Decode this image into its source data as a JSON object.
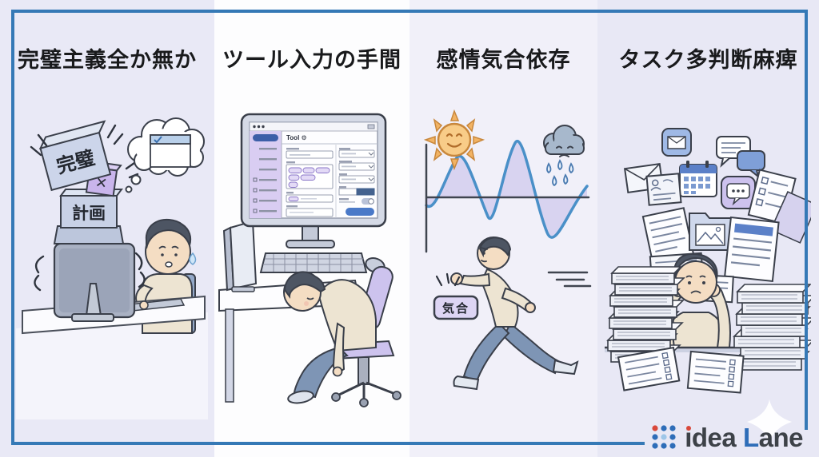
{
  "frame": {
    "border_color": "#3579b6"
  },
  "panels": [
    {
      "id": "perfectionism-all-or-nothing",
      "title": "完璧主義全か無か",
      "bg": "#e9e9f6",
      "labels": {
        "top_box": "完璧",
        "mid_box": "計画",
        "cross_box": "✕"
      }
    },
    {
      "id": "tool-input-hassle",
      "title": "ツール入力の手間",
      "bg": "#fdfdfe",
      "screen": {
        "window_title": "Tool ⚙"
      }
    },
    {
      "id": "emotion-willpower-dependence",
      "title": "感情気合依存",
      "bg": "#f1f0f9",
      "labels": {
        "badge": "気合"
      }
    },
    {
      "id": "task-overload-decision-paralysis",
      "title": "タスク多判断麻痺",
      "bg": "#e8e8f5"
    }
  ],
  "logo": {
    "idea": "idea",
    "l": "L",
    "ane": "ane",
    "text_color": "#3d4248",
    "l_color": "#2e6db8",
    "dot_color": "#d9483b",
    "mark_colors": [
      "#d9483b",
      "#2e6db8",
      "#2e6db8",
      "#2e6db8",
      "#9ec6e8",
      "#2e6db8",
      "#2e6db8",
      "#2e6db8",
      "#2e6db8"
    ]
  },
  "colors": {
    "accent_purple": "#cbc0ec",
    "ink_outline": "#3a3f4a",
    "wave_blue": "#4a90c8",
    "wave_fill": "#c8bfe9"
  }
}
